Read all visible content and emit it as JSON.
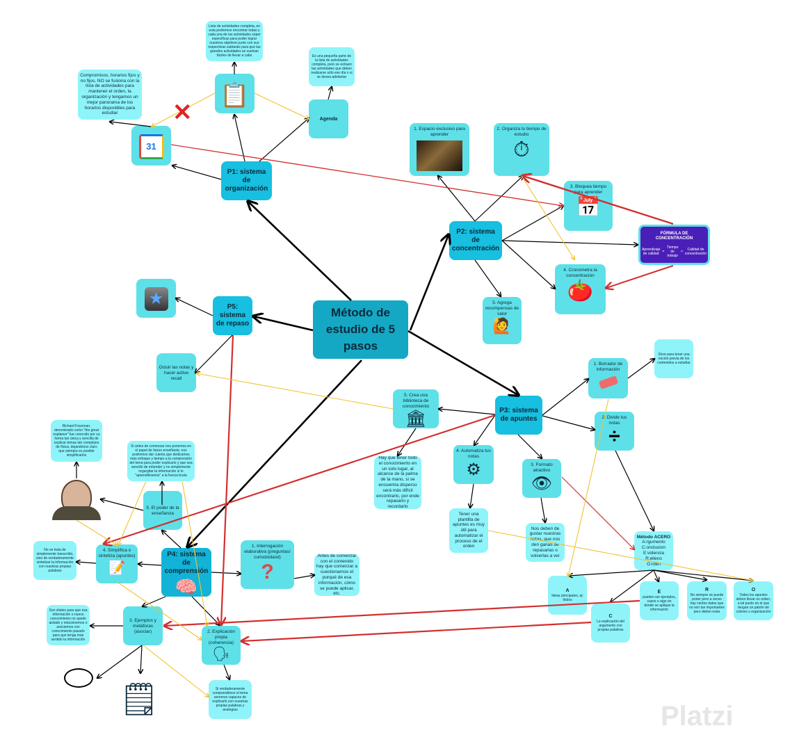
{
  "central": {
    "title": "Método de estudio de 5 pasos"
  },
  "p1": {
    "title": "P1: sistema de organización",
    "list_note": "Lista de actividades completa, en esta podremos encontrar todas y cada una de las actividades súper especificas para poder lograr nuestros objetivos junto con sus respectivas subtasks para que las grandes actividades se vuelvan fáciles de llevar a cabo",
    "agenda": "Agenda",
    "agenda_note": "Es una pequeña parte de la lista de actividades completa, pero se extraen las actividades que deben realizarse sólo ese día o si se desea adelantar",
    "calendar_day": "31",
    "calendar_note": "Compromisos, horarios fijos y no fijos, NO se fusiona con la lista de actividades para mantener el orden, la organización y tengamos un mejor panorama de los horarios disponibles para estudiar"
  },
  "p2": {
    "title": "P2: sistema de concentración",
    "items": [
      "1.  Espacio exclusivo para aprender",
      "2.  Organiza tu tiempo de estudio",
      "3. Bloquea tiempo para aprender",
      "4. Cronometra la concentración",
      "5. Agrega recompensas de valor"
    ],
    "formula": {
      "title": "FÓRMULA DE CONCENTRACIÓN",
      "a": "Aprendizaje de calidad",
      "b": "Tiempo de trabajo",
      "c": "Calidad de concentración",
      "eq": "=",
      "x": "×"
    }
  },
  "p3": {
    "title": "P3: sistema de apuntes",
    "items": [
      "1.  Borrador de información",
      "2. Divide tus notas",
      "3. Formato atractivo",
      "4. Automatiza tus notas",
      "5. Crea una biblioteca de conocimiento"
    ],
    "notes": {
      "borrador": "Sirve para tener una noción previa de los contenidos a estudiar",
      "formato": "Nos deben de gustar nuestras notas, que nos den ganas de repasarlas o volverlas a ver",
      "automatiza": "Tener una plantilla de apuntes es muy útil para automatizar el proceso de el orden",
      "biblioteca": "Hay que tener todo el conocimiento en un solo lugar, al alcance de la palma de la mano, si se encuentra disperso será más difícil encontrarlo, por ende repasarlo y recordarlo"
    },
    "acero": {
      "title": "Método ACERO",
      "lines": [
        "A:rgumento",
        "C:onclusion",
        "E:videncia",
        "R:elleno",
        "O:rden"
      ],
      "A": {
        "letter": "A",
        "text": "Ideas principales, ej: títulos"
      },
      "C": {
        "letter": "C",
        "text": "La explicación del argumento con propias palabras"
      },
      "E": {
        "letter": "E",
        "text": "pueden ser ejemplos, casos o algo en donde se aplique la información"
      },
      "R": {
        "letter": "R",
        "text": "No siempre se puede poner pero a veces hay ciertos datos que no son tan importantes pero deben estar"
      },
      "O": {
        "letter": "O",
        "text": "Todos los apuntes deben llevar un orden, a tal punto en el que tengan un patrón de colores u organización"
      }
    }
  },
  "p4": {
    "title": "P4: sistema de comprensión",
    "items": [
      "1. Interrogación elaborativa (preguntas/ curiodsidasd)",
      "2. Explicación propia (coherencia)",
      "3. Ejemplos y metáforas (asociar)",
      "4. Simplifica o sintetiza (apuntes)",
      "5. El poder de la enseñanza"
    ],
    "notes": {
      "interrogacion": "Antes de comenzar con el contenido hay que comenzar a cuestionarnos el porqué de esa información, cómo se puede aplicar, etc.",
      "explicacion": "Si verdaderamente comprendimos el tema seremos capaces de explicarlo con nuestras propias palabras y analogías",
      "ejemplos": "Son vitales para que esa información o nuevo conocimiento no quede aislado y relacionemos o asociemos con conocimiento pasado para que tenga más sentido la información",
      "simplifica": "No se trata de simplemente transcribir, sino de verdaderamente sintetizar la información con nuestras propias palabras",
      "ensenanza": "Si antes de comenzar nos ponemos en el papel de futuro enseñante, nos podremos dar cuenta que dedicamos más enfoque y tiempo a la comprensión del tema para poder explicarlo y que sea sencillo de entender y no simplemente regurgitar la información si lo \"aprendiéramos\" a la fuerza bruta",
      "feynman": "Richard Feynman, denominado como \"the great explainer\" fue conocido por su forma tan única y sencilla de explicar temas tan complejos de física, dejandonos claro que siempre es posible simplificarlos"
    }
  },
  "p5": {
    "title": "P5: sistema de repaso",
    "note": "Ocluir las notas y hacer active recall"
  },
  "watermark": "Platzi",
  "colors": {
    "central": "#14a8c4",
    "pillar": "#17bfe0",
    "sub": "#5ee0e8",
    "note": "#8ef4fa",
    "red": "#d32f2f",
    "yellow": "#f2c230"
  }
}
